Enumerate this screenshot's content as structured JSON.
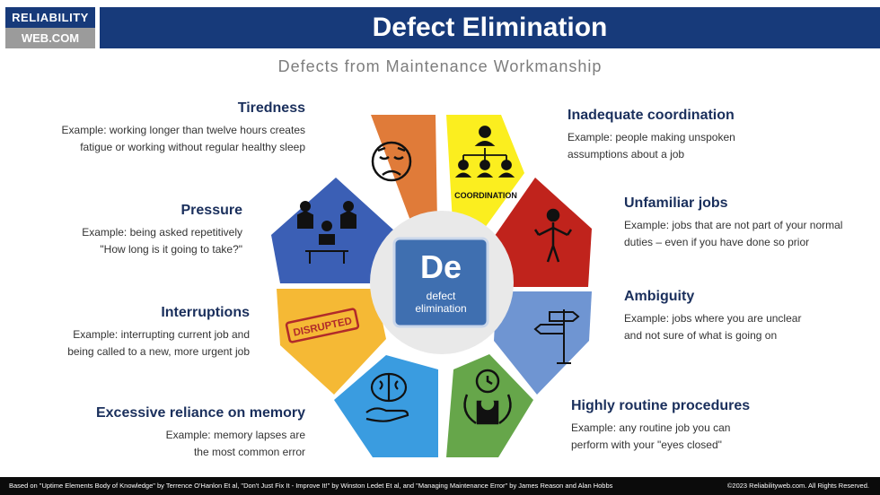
{
  "logo": {
    "line1": "RELIABILITY",
    "line2": "WEB.COM"
  },
  "header": {
    "title": "Defect Elimination",
    "subtitle": "Defects from Maintenance Workmanship"
  },
  "center": {
    "symbol": "De",
    "label_line1": "defect",
    "label_line2": "elimination"
  },
  "badges": {
    "coordination": "COORDINATION",
    "disrupted": "DISRUPTED"
  },
  "items": {
    "tiredness": {
      "title": "Tiredness",
      "example_line1": "Example: working longer than twelve hours creates",
      "example_line2": "fatigue or working without regular healthy sleep"
    },
    "pressure": {
      "title": "Pressure",
      "example_line1": "Example: being asked repetitively",
      "example_line2": "\"How long is it going to take?\""
    },
    "interruptions": {
      "title": "Interruptions",
      "example_line1": "Example: interrupting current job and",
      "example_line2": "being  called to a new, more urgent job"
    },
    "memory": {
      "title": "Excessive reliance on memory",
      "example_line1": "Example: memory lapses are",
      "example_line2": "the most common error"
    },
    "coordination": {
      "title": "Inadequate coordination",
      "example_line1": "Example: people making unspoken",
      "example_line2": "assumptions about a job"
    },
    "unfamiliar": {
      "title": "Unfamiliar jobs",
      "example_line1": "Example: jobs that are not part of your normal",
      "example_line2": "duties – even if you have done so prior"
    },
    "ambiguity": {
      "title": "Ambiguity",
      "example_line1": "Example: jobs where you are unclear",
      "example_line2": "and  not sure of what is going on"
    },
    "routine": {
      "title": "Highly routine procedures",
      "example_line1": "Example: any routine job you can",
      "example_line2": "perform with your \"eyes closed\""
    }
  },
  "footer": {
    "left": "Based on \"Uptime Elements Body of Knowledge\" by Terrence O'Hanlon Et al, \"Don't Just Fix It - Improve It!\" by Winston Ledet Et al, and \"Managing Maintenance Error\" by James Reason and Alan Hobbs",
    "right": "©2023 Reliabilityweb.com. All Rights Reserved."
  },
  "colors": {
    "navy": "#173a7a",
    "tiredness": "#e07b39",
    "coordination": "#fbee1f",
    "unfamiliar": "#c0231c",
    "ambiguity": "#6f95d2",
    "routine": "#66a64a",
    "memory": "#3a9ce0",
    "interruptions": "#f5b935",
    "pressure": "#3b5fb5",
    "center_tile": "#3f6fb0"
  }
}
